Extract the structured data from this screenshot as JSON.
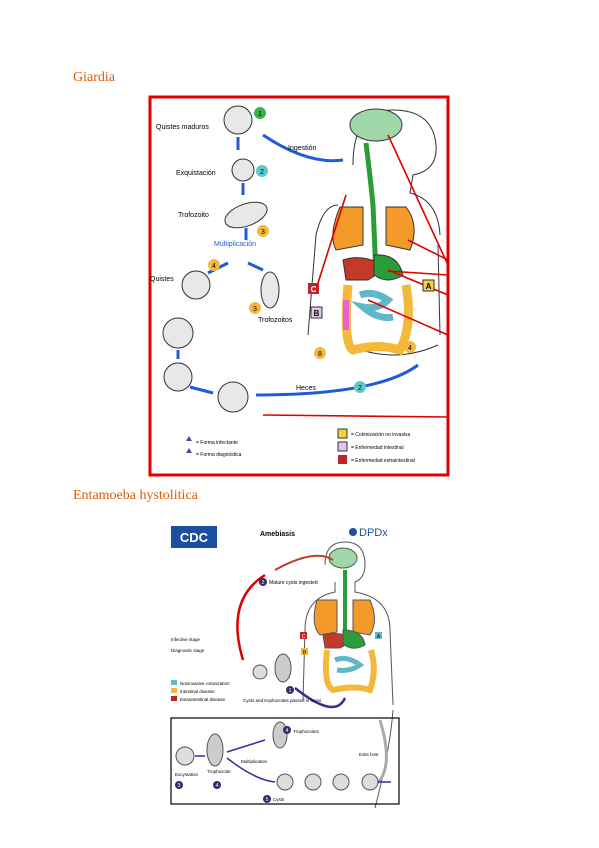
{
  "sections": [
    {
      "title": "Giardia"
    },
    {
      "title": "Entamoeba hystolitica"
    }
  ],
  "giardia": {
    "stages": {
      "quistes_maduros": "Quistes maduros",
      "exquistacion": "Exquistación",
      "trofozoito": "Trofozoito",
      "multiplicacion": "Multiplicación",
      "quistes": "Quistes",
      "trofozoitos": "Trofozoitos",
      "ingestion": "Ingestión",
      "heces": "Heces"
    },
    "step_numbers": [
      "1",
      "2",
      "3",
      "4",
      "3",
      "8",
      "4",
      "2"
    ],
    "markers": {
      "a": "A",
      "b": "B",
      "c": "C"
    },
    "legend": {
      "infective": "= Forma infectante",
      "diagnostic": "= Forma diagnóstica",
      "a": "= Colonización no invasiva",
      "b": "= Enfermedad intestinal",
      "c": "= Enfermedad extraintestinal"
    }
  },
  "amoeba": {
    "logo_left": "CDC",
    "logo_right": "DPDx",
    "title": "Amebiasis",
    "labels": {
      "mature_cysts": "Mature cysts ingested",
      "passed": "Cysts and trophozoites passed in feces",
      "infective": "Infective stage",
      "diagnostic": "Diagnostic stage",
      "a": "Noninvasive colonization",
      "b": "Intestinal disease",
      "c": "Extraintestinal disease",
      "trophozoites": "Trophozoites",
      "excystation": "Excystation",
      "trophozoite": "Trophozoite",
      "multiplication": "Multiplication",
      "cysts": "Cysts",
      "exit_host": "Exits host"
    },
    "markers": {
      "a": "A",
      "b": "B",
      "c": "C"
    },
    "nums": {
      "n1": "1",
      "n2": "2",
      "n3": "3",
      "n4": "4",
      "n5": "5"
    }
  }
}
